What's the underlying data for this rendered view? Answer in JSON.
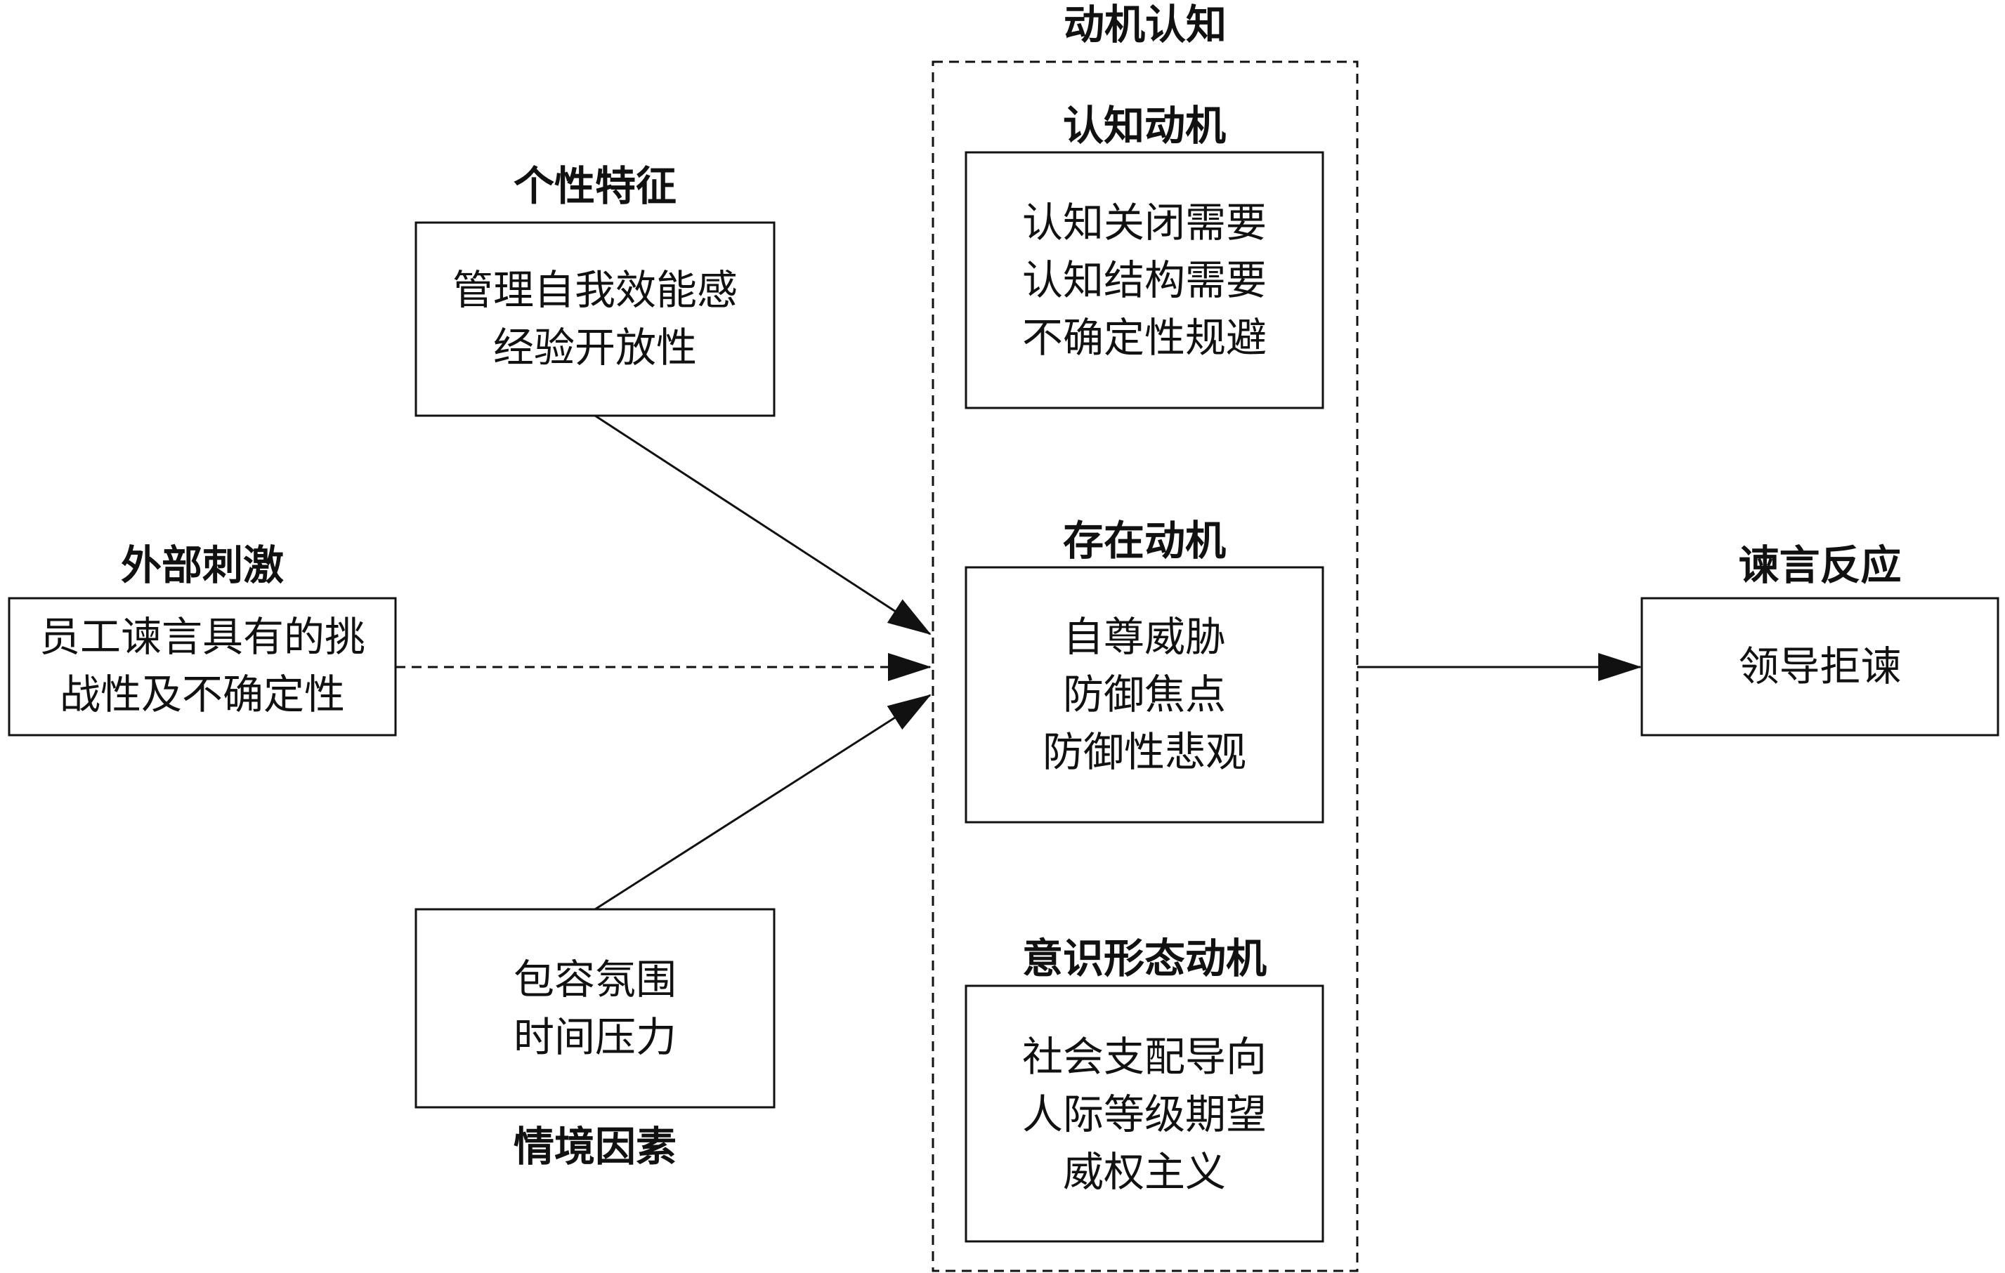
{
  "diagram": {
    "personality": {
      "heading": "个性特征",
      "text": "管理自我效能感\n经验开放性"
    },
    "external": {
      "heading": "外部刺激",
      "text": "员工谏言具有的挑\n战性及不确定性"
    },
    "situational": {
      "heading": "情境因素",
      "text": "包容氛围\n时间压力"
    },
    "motivation": {
      "heading": "动机认知",
      "cognitive": {
        "heading": "认知动机",
        "text": "认知关闭需要\n认知结构需要\n不确定性规避"
      },
      "existential": {
        "heading": "存在动机",
        "text": "自尊威胁\n防御焦点\n防御性悲观"
      },
      "ideological": {
        "heading": "意识形态动机",
        "text": "社会支配导向\n人际等级期望\n威权主义"
      }
    },
    "response": {
      "heading": "谏言反应",
      "text": "领导拒谏"
    },
    "line_color": "#111111"
  }
}
